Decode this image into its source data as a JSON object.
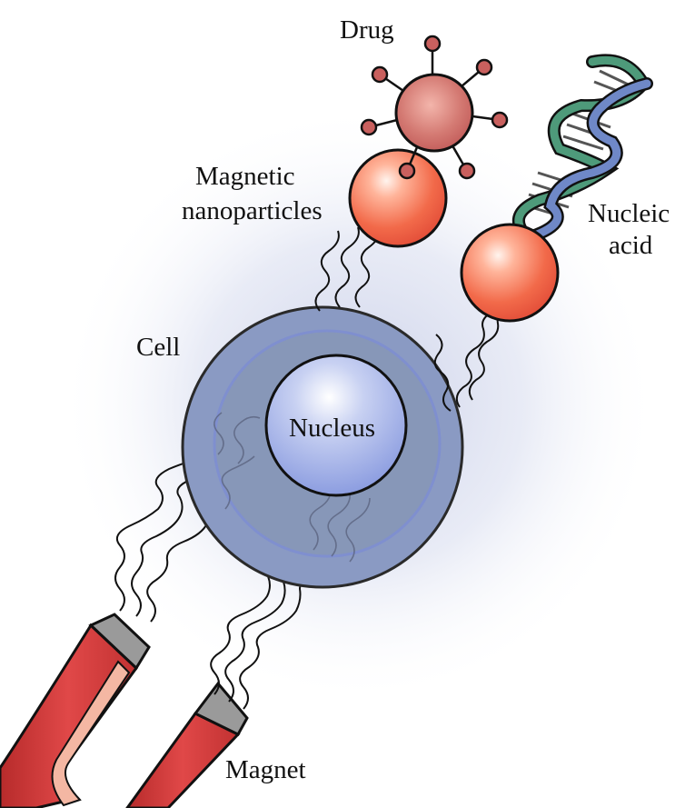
{
  "labels": {
    "drug": "Drug",
    "magnetic_line1": "Magnetic",
    "magnetic_line2": "nanoparticles",
    "nucleic_line1": "Nucleic",
    "nucleic_line2": "acid",
    "cell": "Cell",
    "nucleus": "Nucleus",
    "magnet": "Magnet"
  },
  "colors": {
    "nanoparticle": "#f26a4a",
    "drug": "#c9605e",
    "cell_membrane": "#7d8fb5",
    "nucleus": "#9aa9e2",
    "magnet_red": "#d23a3a",
    "magnet_tip": "#9a9a9a",
    "dna_blue": "#6f88c7",
    "dna_green": "#4e9a7a"
  }
}
